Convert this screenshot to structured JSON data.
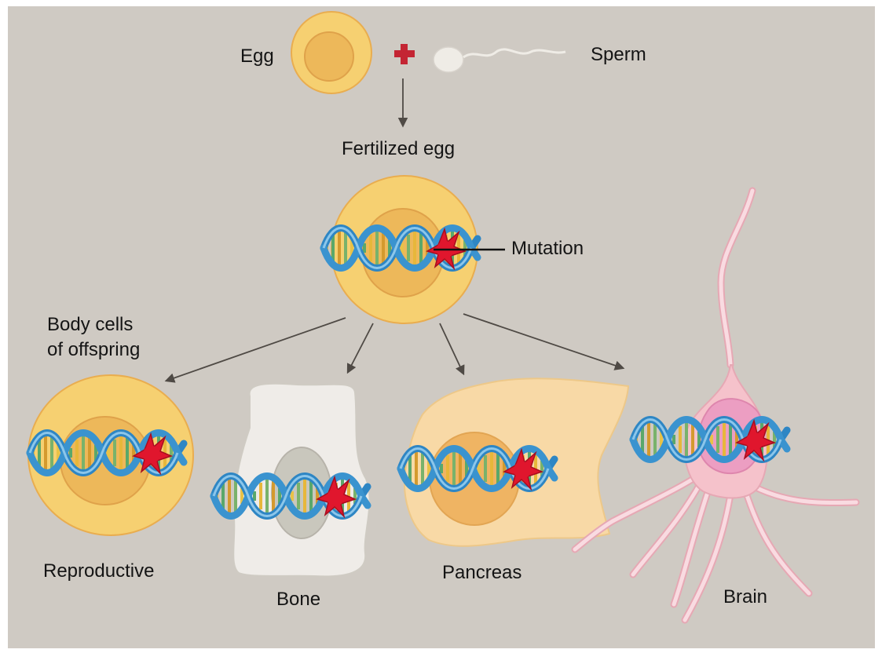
{
  "labels": {
    "egg": "Egg",
    "sperm": "Sperm",
    "fertilized_egg": "Fertilized egg",
    "mutation": "Mutation",
    "body_cells_line1": "Body cells",
    "body_cells_line2": "of offspring",
    "reproductive": "Reproductive",
    "bone": "Bone",
    "pancreas": "Pancreas",
    "brain": "Brain"
  },
  "colors": {
    "background": "#cfcac3",
    "egg_cytoplasm": "#f6d071",
    "egg_nucleus": "#edb85a",
    "sperm": "#efece6",
    "plus_sign": "#c42533",
    "arrow": "#5a5550",
    "bone_cell": "#efece8",
    "bone_nucleus": "#c9c7bd",
    "pancreas_cell": "#f8d9a6",
    "pancreas_nucleus": "#efb463",
    "neuron": "#f5c2cb",
    "neuron_nucleus": "#ec9ec2",
    "mutation": "#e0162d",
    "dna_strand": "#2e86c4"
  },
  "icons": {
    "plus": "plus-icon",
    "mutation_mark": "mutation-star-icon",
    "dna": "dna-helix-icon"
  }
}
